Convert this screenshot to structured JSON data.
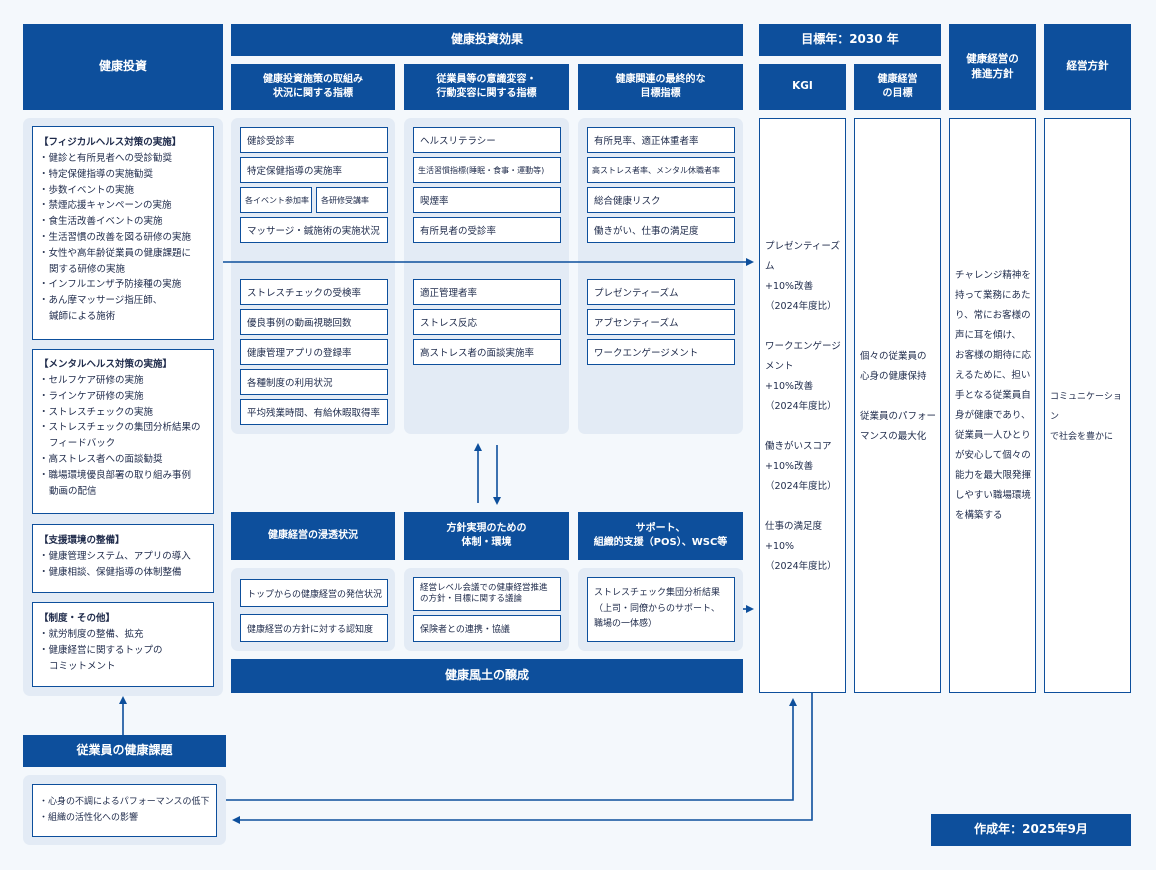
{
  "headers": {
    "kenko_toshi": "健康投資",
    "kouka": "健康投資効果",
    "mokuhyo": "目標年：2030 年",
    "sokushin": "健康経営の\n推進方針",
    "keiei_hoshin": "経営方針",
    "torikumi": "健康投資施策の取組み\n状況に関する指標",
    "ishiki": "従業員等の意識変容・\n行動変容に関する指標",
    "saishu": "健康関連の最終的な\n目標指標",
    "kgi": "KGI",
    "kenkokeiei_mokuhyo": "健康経営\nの目標",
    "shinto": "健康経営の浸透状況",
    "taisei": "方針実現のための\n体制・環境",
    "support": "サポート、\n組織的支援（POS）、WSC等",
    "fudo": "健康風土の醸成",
    "kadai": "従業員の健康課題",
    "created": "作成年：2025年9月"
  },
  "investment_sections": [
    {
      "title": "【フィジカルヘルス対策の実施】",
      "items": [
        {
          "text": "・健診と有所見者への受診勧奨",
          "cont": false
        },
        {
          "text": "・特定保健指導の実施勧奨",
          "cont": false
        },
        {
          "text": "・歩数イベントの実施",
          "cont": false
        },
        {
          "text": "・禁煙応援キャンペーンの実施",
          "cont": false
        },
        {
          "text": "・食生活改善イベントの実施",
          "cont": false
        },
        {
          "text": "・生活習慣の改善を図る研修の実施",
          "cont": false
        },
        {
          "text": "・女性や高年齢従業員の健康課題に",
          "cont": false
        },
        {
          "text": "関する研修の実施",
          "cont": true
        },
        {
          "text": "・インフルエンザ予防接種の実施",
          "cont": false
        },
        {
          "text": "・あん摩マッサージ指圧師、",
          "cont": false
        },
        {
          "text": "鍼師による施術",
          "cont": true
        }
      ]
    },
    {
      "title": "【メンタルヘルス対策の実施】",
      "items": [
        {
          "text": "・セルフケア研修の実施",
          "cont": false
        },
        {
          "text": "・ラインケア研修の実施",
          "cont": false
        },
        {
          "text": "・ストレスチェックの実施",
          "cont": false
        },
        {
          "text": "・ストレスチェックの集団分析結果の",
          "cont": false
        },
        {
          "text": "フィードバック",
          "cont": true
        },
        {
          "text": "・高ストレス者への面談勧奨",
          "cont": false
        },
        {
          "text": "・職場環境優良部署の取り組み事例",
          "cont": false
        },
        {
          "text": "動画の配信",
          "cont": true
        }
      ]
    },
    {
      "title": "【支援環境の整備】",
      "items": [
        {
          "text": "・健康管理システム、アプリの導入",
          "cont": false
        },
        {
          "text": "・健康相談、保健指導の体制整備",
          "cont": false
        }
      ]
    },
    {
      "title": "【制度・その他】",
      "items": [
        {
          "text": "・就労制度の整備、拡充",
          "cont": false
        },
        {
          "text": "・健康経営に関するトップの",
          "cont": false
        },
        {
          "text": "コミットメント",
          "cont": true
        }
      ]
    }
  ],
  "torikumi_upper": [
    "健診受診率",
    "特定保健指導の実施率",
    "各イベント参加率",
    "各研修受講率",
    "マッサージ・鍼施術の実施状況"
  ],
  "torikumi_lower": [
    "ストレスチェックの受検率",
    "優良事例の動画視聴回数",
    "健康管理アプリの登録率",
    "各種制度の利用状況",
    "平均残業時間、有給休暇取得率"
  ],
  "ishiki_upper": [
    "ヘルスリテラシー",
    "生活習慣指標(睡眠・食事・運動等)",
    "喫煙率",
    "有所見者の受診率"
  ],
  "ishiki_lower": [
    "適正管理者率",
    "ストレス反応",
    "高ストレス者の面談実施率"
  ],
  "saishu_upper": [
    "有所見率、適正体重者率",
    "高ストレス者率、メンタル休職者率",
    "総合健康リスク",
    "働きがい、仕事の満足度"
  ],
  "saishu_lower": [
    "プレゼンティーズム",
    "アブセンティーズム",
    "ワークエンゲージメント"
  ],
  "shinto_items": [
    "トップからの健康経営の発信状況",
    "健康経営の方針に対する認知度"
  ],
  "taisei_items": [
    "経営レベル会議での健康経営推進\nの方針・目標に関する議論",
    "保険者との連携・協議"
  ],
  "support_items": [
    "ストレスチェック集団分析結果\n（上司・同僚からのサポート、\n職場の一体感）"
  ],
  "kgi_text": "プレゼンティーズム\n+10%改善\n（2024年度比）\n\nワークエンゲージ\nメント\n+10%改善\n（2024年度比）\n\n働きがいスコア\n+10%改善\n（2024年度比）\n\n仕事の満足度\n+10%\n（2024年度比）",
  "goal_text": "個々の従業員の\n心身の健康保持\n\n従業員のパフォー\nマンスの最大化",
  "policy_text": "チャレンジ精神を\n持って業務にあた\nり、常にお客様の\n声に耳を傾け、\nお客様の期待に応\nえるために、担い\n手となる従業員自\n身が健康であり、\n従業員一人ひとり\nが安心して個々の\n能力を最大限発揮\nしやすい職場環境\nを構築する",
  "management_text": "コミュニケーション\nで社会を豊かに",
  "health_issues": [
    "・心身の不調によるパフォーマンスの低下",
    "・組織の活性化への影響"
  ],
  "colors": {
    "primary": "#0d4f9c",
    "panel": "#e3ebf5",
    "background": "#f4f8fc"
  }
}
